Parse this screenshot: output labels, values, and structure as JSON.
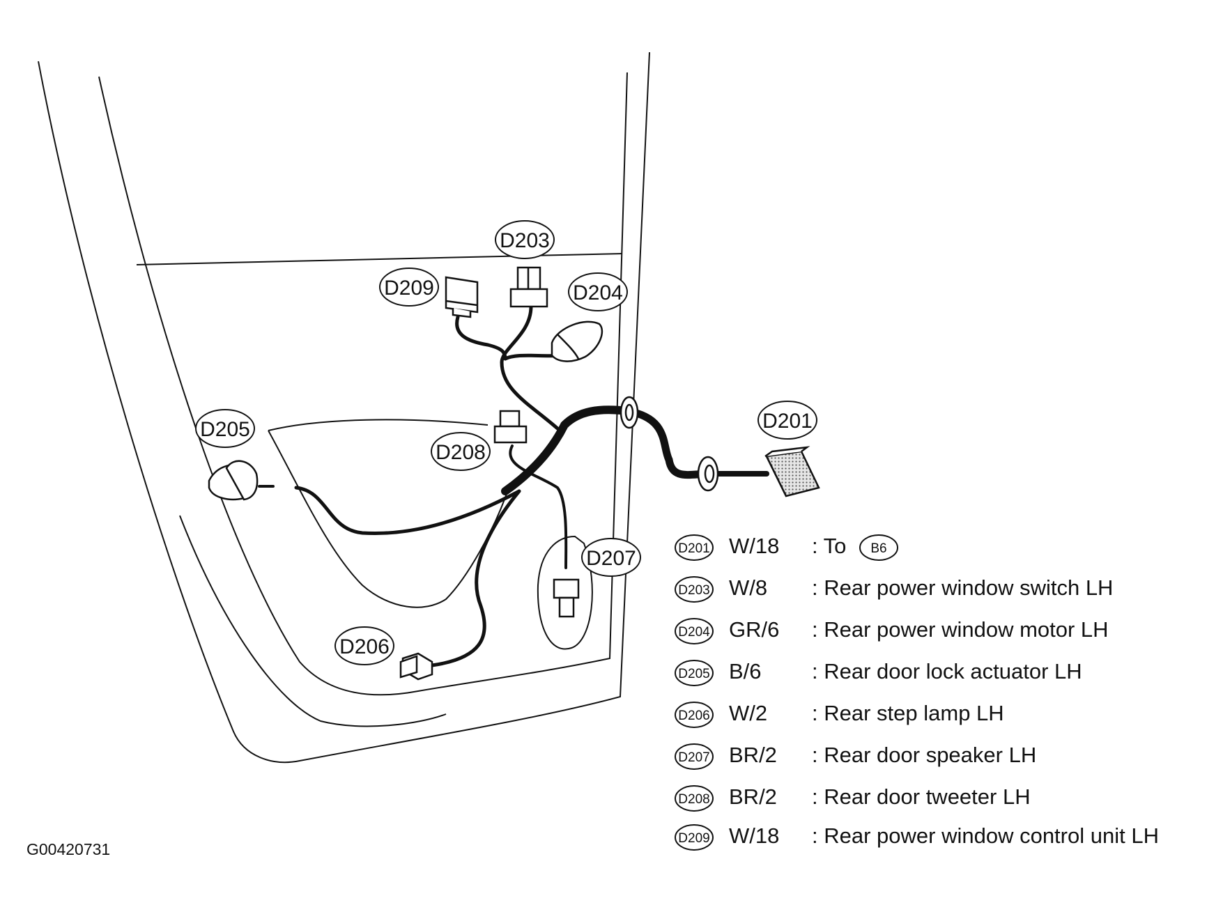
{
  "connectors": [
    {
      "id": "D201",
      "wire": "W/18",
      "description": ": To",
      "ref": "B6"
    },
    {
      "id": "D203",
      "wire": "W/8",
      "description": ": Rear power window switch LH"
    },
    {
      "id": "D204",
      "wire": "GR/6",
      "description": ": Rear power window motor LH"
    },
    {
      "id": "D205",
      "wire": "B/6",
      "description": ": Rear door lock actuator LH"
    },
    {
      "id": "D206",
      "wire": "W/2",
      "description": ": Rear step lamp LH"
    },
    {
      "id": "D207",
      "wire": "BR/2",
      "description": ": Rear door speaker LH"
    },
    {
      "id": "D208",
      "wire": "BR/2",
      "description": ": Rear door tweeter LH"
    },
    {
      "id": "D209",
      "wire": "W/18",
      "description": ": Rear power window control unit LH"
    }
  ],
  "figure_id": "G00420731",
  "colors": {
    "line": "#111111",
    "connector_fill": "#ffffff",
    "shaded_fill": "#bdbdbd"
  }
}
